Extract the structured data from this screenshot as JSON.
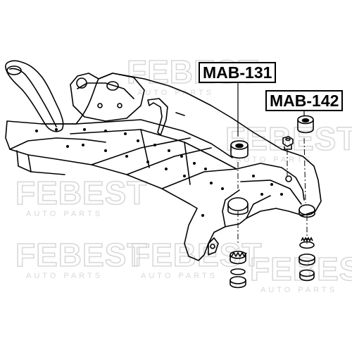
{
  "watermark": {
    "brand": "FEBEST",
    "tagline": "AUTO PARTS"
  },
  "callouts": [
    {
      "id": "mab-131",
      "label": "MAB-131"
    },
    {
      "id": "mab-142",
      "label": "MAB-142"
    }
  ],
  "colors": {
    "line": "#000000",
    "background": "#ffffff",
    "watermark": "#d9d9d9"
  }
}
